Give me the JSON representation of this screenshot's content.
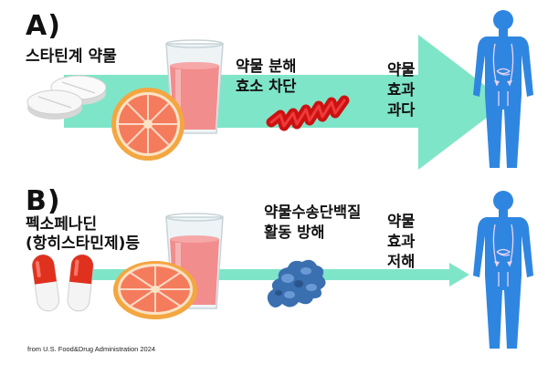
{
  "colors": {
    "arrow": "#7fe5c8",
    "juice": "#f28d8d",
    "grapefruit_peel": "#f4a640",
    "grapefruit_flesh": "#f47c5d",
    "body": "#2f86e0",
    "block": "#cc1111",
    "pill_red": "#e0311e",
    "transporter": "#3a6fb0"
  },
  "panel_a": {
    "letter": "A)",
    "drug": "스타틴계 약물",
    "mechanism_lines": [
      "약물 분해",
      "효소 차단"
    ],
    "result_lines": [
      "약물",
      "효과",
      "과다"
    ]
  },
  "panel_b": {
    "letter": "B)",
    "drug_lines": [
      "펙소페나딘",
      "(항히스타민제)등"
    ],
    "mechanism_lines": [
      "약물수송단백질",
      "활동 방해"
    ],
    "result_lines": [
      "약물",
      "효과",
      "저해"
    ]
  },
  "credit": "from U.S. Food&Drug Administration 2024"
}
